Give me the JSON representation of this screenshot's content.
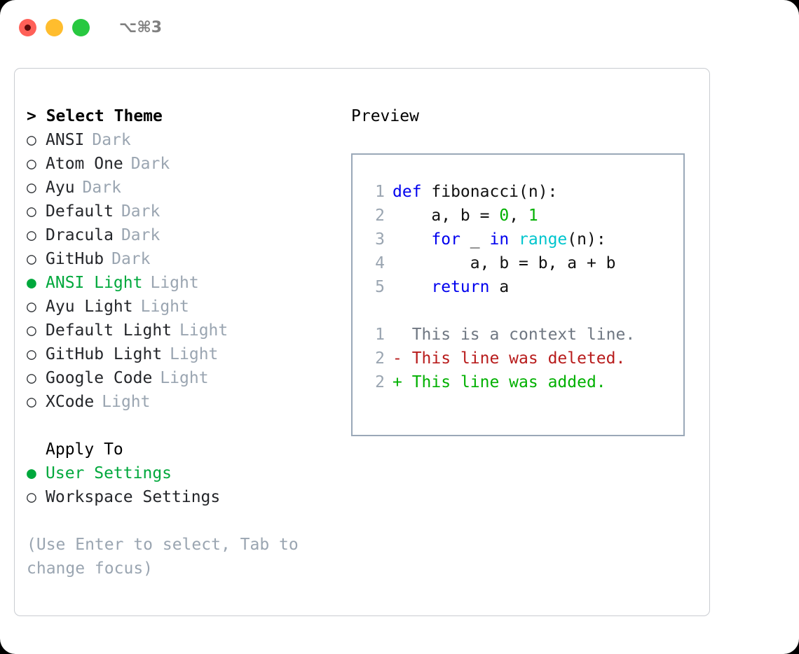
{
  "titlebar": {
    "shortcut": "⌥⌘3",
    "buttons": [
      "close",
      "minimize",
      "maximize"
    ]
  },
  "theme_picker": {
    "heading": "> Select Theme",
    "items": [
      {
        "bullet": "○",
        "name": "ANSI",
        "variant": "Dark",
        "selected": false
      },
      {
        "bullet": "○",
        "name": "Atom One",
        "variant": "Dark",
        "selected": false
      },
      {
        "bullet": "○",
        "name": "Ayu",
        "variant": "Dark",
        "selected": false
      },
      {
        "bullet": "○",
        "name": "Default",
        "variant": "Dark",
        "selected": false
      },
      {
        "bullet": "○",
        "name": "Dracula",
        "variant": "Dark",
        "selected": false
      },
      {
        "bullet": "○",
        "name": "GitHub",
        "variant": "Dark",
        "selected": false
      },
      {
        "bullet": "●",
        "name": "ANSI Light",
        "variant": "Light",
        "selected": true
      },
      {
        "bullet": "○",
        "name": "Ayu Light",
        "variant": "Light",
        "selected": false
      },
      {
        "bullet": "○",
        "name": "Default Light",
        "variant": "Light",
        "selected": false
      },
      {
        "bullet": "○",
        "name": "GitHub Light",
        "variant": "Light",
        "selected": false
      },
      {
        "bullet": "○",
        "name": "Google Code",
        "variant": "Light",
        "selected": false
      },
      {
        "bullet": "○",
        "name": "XCode",
        "variant": "Light",
        "selected": false
      }
    ]
  },
  "apply_to": {
    "heading": "Apply To",
    "items": [
      {
        "bullet": "●",
        "label": "User Settings",
        "selected": true
      },
      {
        "bullet": "○",
        "label": "Workspace Settings",
        "selected": false
      }
    ]
  },
  "hint": "(Use Enter to select, Tab to change focus)",
  "preview": {
    "heading": "Preview",
    "code_lines": [
      {
        "number": "1",
        "tokens": [
          {
            "text": "def ",
            "type": "kw"
          },
          {
            "text": "fibonacci(n):",
            "type": "plain"
          }
        ]
      },
      {
        "number": "2",
        "tokens": [
          {
            "text": "    a, b = ",
            "type": "plain"
          },
          {
            "text": "0",
            "type": "num"
          },
          {
            "text": ", ",
            "type": "plain"
          },
          {
            "text": "1",
            "type": "num"
          }
        ]
      },
      {
        "number": "3",
        "tokens": [
          {
            "text": "    ",
            "type": "plain"
          },
          {
            "text": "for",
            "type": "kw"
          },
          {
            "text": " _ ",
            "type": "plain"
          },
          {
            "text": "in",
            "type": "kw"
          },
          {
            "text": " ",
            "type": "plain"
          },
          {
            "text": "range",
            "type": "fn"
          },
          {
            "text": "(n):",
            "type": "plain"
          }
        ]
      },
      {
        "number": "4",
        "tokens": [
          {
            "text": "        a, b = b, a + b",
            "type": "plain"
          }
        ]
      },
      {
        "number": "5",
        "tokens": [
          {
            "text": "    ",
            "type": "plain"
          },
          {
            "text": "return",
            "type": "kw"
          },
          {
            "text": " a",
            "type": "plain"
          }
        ]
      }
    ],
    "diff_lines": [
      {
        "number": "1",
        "marker": " ",
        "text": "This is a context line.",
        "kind": "context"
      },
      {
        "number": "2",
        "marker": "-",
        "text": "This line was deleted.",
        "kind": "deleted"
      },
      {
        "number": "2",
        "marker": "+",
        "text": "This line was added.",
        "kind": "added"
      }
    ]
  },
  "colors": {
    "accent_green": "#00a83c",
    "dim": "#9aa5b1",
    "keyword": "#0000ee",
    "number": "#00b000",
    "builtin": "#00c5cd",
    "diff_deleted": "#b81c1c",
    "diff_added": "#00b000",
    "panel_border": "#c9ccd1",
    "preview_border": "#9aa8b8"
  }
}
